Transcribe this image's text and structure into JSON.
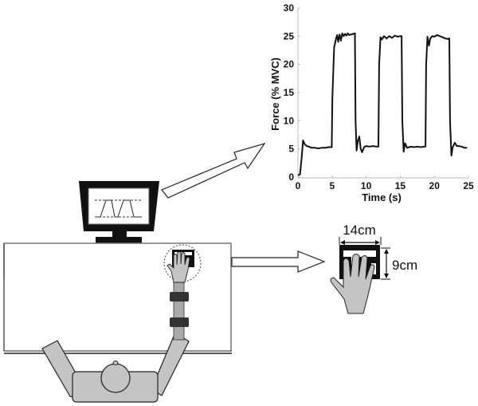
{
  "figure": {
    "description": "Experimental setup: subject seated at desk pressing a force keypad with the right hand while viewing target force trace on a monitor",
    "monitor": {
      "screen_content": "trapezoidal force targets"
    },
    "keypad": {
      "width_label": "14cm",
      "height_label": "9cm"
    },
    "colors": {
      "skin": "#c4c4c4",
      "band": "#333333",
      "outline": "#111111",
      "desk_edge": "#7a7a7a"
    }
  },
  "chart_data": {
    "type": "line",
    "title": "",
    "xlabel": "Time (s)",
    "ylabel": "Force (% MVC)",
    "xlim": [
      0,
      25
    ],
    "ylim": [
      0,
      30
    ],
    "xticks": [
      0,
      5,
      10,
      15,
      20,
      25
    ],
    "yticks": [
      0,
      5,
      10,
      15,
      20,
      25,
      30
    ],
    "grid": false,
    "legend": "none",
    "series": [
      {
        "name": "Force",
        "x": [
          0,
          0.3,
          0.55,
          0.75,
          1.0,
          1.3,
          1.6,
          2.0,
          2.5,
          3.0,
          3.5,
          4.0,
          4.5,
          4.95,
          5.05,
          5.3,
          5.6,
          5.75,
          5.9,
          6.1,
          6.3,
          6.5,
          6.7,
          6.9,
          7.1,
          7.3,
          7.5,
          7.8,
          8.1,
          8.35,
          8.45,
          8.6,
          8.8,
          9.0,
          9.2,
          9.4,
          9.7,
          10.0,
          10.5,
          11.0,
          11.5,
          11.8,
          11.9,
          12.1,
          12.3,
          12.6,
          13.0,
          13.4,
          13.8,
          14.2,
          14.6,
          15.0,
          15.2,
          15.3,
          15.5,
          15.7,
          16.0,
          16.3,
          16.6,
          17.0,
          17.5,
          18.0,
          18.5,
          18.7,
          18.8,
          19.0,
          19.2,
          19.4,
          19.7,
          20.0,
          20.4,
          20.8,
          21.2,
          21.6,
          22.0,
          22.2,
          22.3,
          22.5,
          22.7,
          23.0,
          23.3,
          23.6,
          24.0,
          24.4,
          24.8
        ],
        "values": [
          0.3,
          0.5,
          3.5,
          6.5,
          5.8,
          5.5,
          5.4,
          5.2,
          5.2,
          5.1,
          5.2,
          5.2,
          5.3,
          5.3,
          14.0,
          23.0,
          24.6,
          25.2,
          24.0,
          25.3,
          24.2,
          25.5,
          25.0,
          25.4,
          25.1,
          25.5,
          25.2,
          25.3,
          25.4,
          25.5,
          10.0,
          4.7,
          6.5,
          7.2,
          5.0,
          4.4,
          5.3,
          5.5,
          5.4,
          5.5,
          5.4,
          5.4,
          20.0,
          24.8,
          24.4,
          25.0,
          24.6,
          25.0,
          24.7,
          25.1,
          24.9,
          25.0,
          25.0,
          10.0,
          4.5,
          6.0,
          5.2,
          5.3,
          5.4,
          5.3,
          5.4,
          5.3,
          5.4,
          5.4,
          20.0,
          24.9,
          23.3,
          24.6,
          25.0,
          24.9,
          25.2,
          25.0,
          24.8,
          24.6,
          24.5,
          24.6,
          10.0,
          3.8,
          5.3,
          6.1,
          5.5,
          5.5,
          5.4,
          5.2,
          5.2
        ]
      }
    ]
  }
}
